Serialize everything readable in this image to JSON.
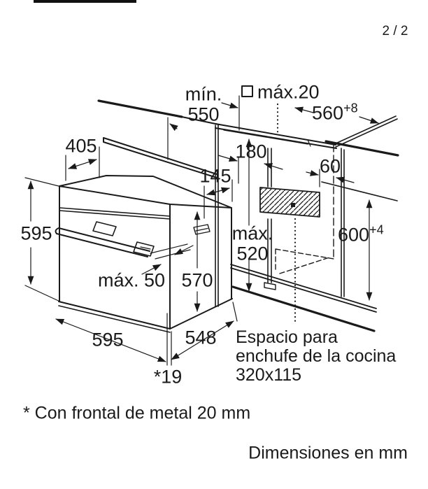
{
  "page": {
    "number": "2 / 2"
  },
  "colors": {
    "line": "#1a1a1a",
    "background": "#ffffff"
  },
  "dims": {
    "min550": {
      "prefix": "mín.",
      "value": "550"
    },
    "max20": {
      "label": "máx.20"
    },
    "d560": {
      "value": "560",
      "tolerance": "+8"
    },
    "d405": {
      "value": "405"
    },
    "d145": {
      "value": "145"
    },
    "d180": {
      "value": "180"
    },
    "d60": {
      "value": "60"
    },
    "d595_left": {
      "value": "595"
    },
    "max520": {
      "prefix": "máx.",
      "value": "520"
    },
    "d600": {
      "value": "600",
      "tolerance": "+4"
    },
    "max50": {
      "value": "máx. 50"
    },
    "d570": {
      "value": "570"
    },
    "d595_bottom": {
      "value": "595"
    },
    "d548": {
      "value": "548"
    },
    "d19": {
      "value": "*19"
    }
  },
  "notes": {
    "socket_line1": "Espacio para",
    "socket_line2": "enchufe de la cocina",
    "socket_line3": "320x115",
    "footnote": "* Con frontal de metal 20 mm",
    "units": "Dimensiones en mm"
  }
}
